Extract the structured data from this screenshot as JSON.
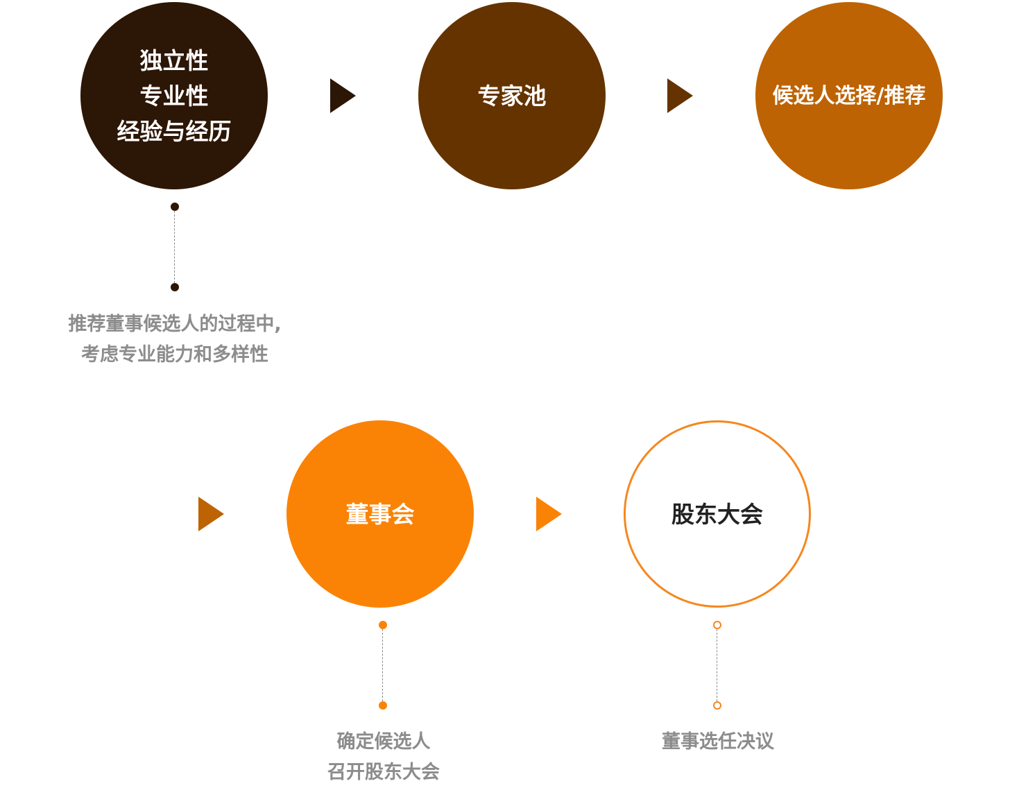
{
  "colors": {
    "dark": "#2c1605",
    "brown": "#643300",
    "copper": "#bd6303",
    "orange": "#fa8306",
    "outline": "#f5871f",
    "note_text": "#8c8c8c"
  },
  "steps": [
    {
      "lines": [
        "独立性",
        "专业性",
        "经验与经历"
      ]
    },
    {
      "lines": [
        "专家池"
      ]
    },
    {
      "lines": [
        "候选人选择/推荐"
      ]
    },
    {
      "lines": [
        "董事会"
      ]
    },
    {
      "lines": [
        "股东大会"
      ]
    }
  ],
  "notes": [
    {
      "lines": [
        "推荐董事候选人的过程中,",
        "考虑专业能力和多样性"
      ]
    },
    {
      "lines": [
        "确定候选人",
        "召开股东大会"
      ]
    },
    {
      "lines": [
        "董事选任决议"
      ]
    }
  ]
}
